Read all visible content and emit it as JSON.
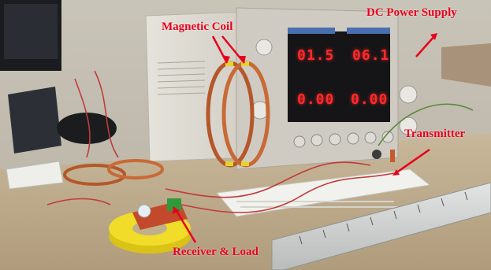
{
  "labels": {
    "magnetic_coil": "Magnetic Coil",
    "dc_power_supply": "DC Power Supply",
    "transmitter": "Transmitter",
    "receiver_load": "Receiver & Load"
  },
  "displays": {
    "voltage_ch1": "01.5",
    "voltage_ch2": "06.1",
    "current_ch1": "0.00",
    "current_ch2": "0.00"
  },
  "colors": {
    "label_text": "#e8001c",
    "arrow": "#e8001c",
    "display_digits": "#ff2a2a"
  }
}
